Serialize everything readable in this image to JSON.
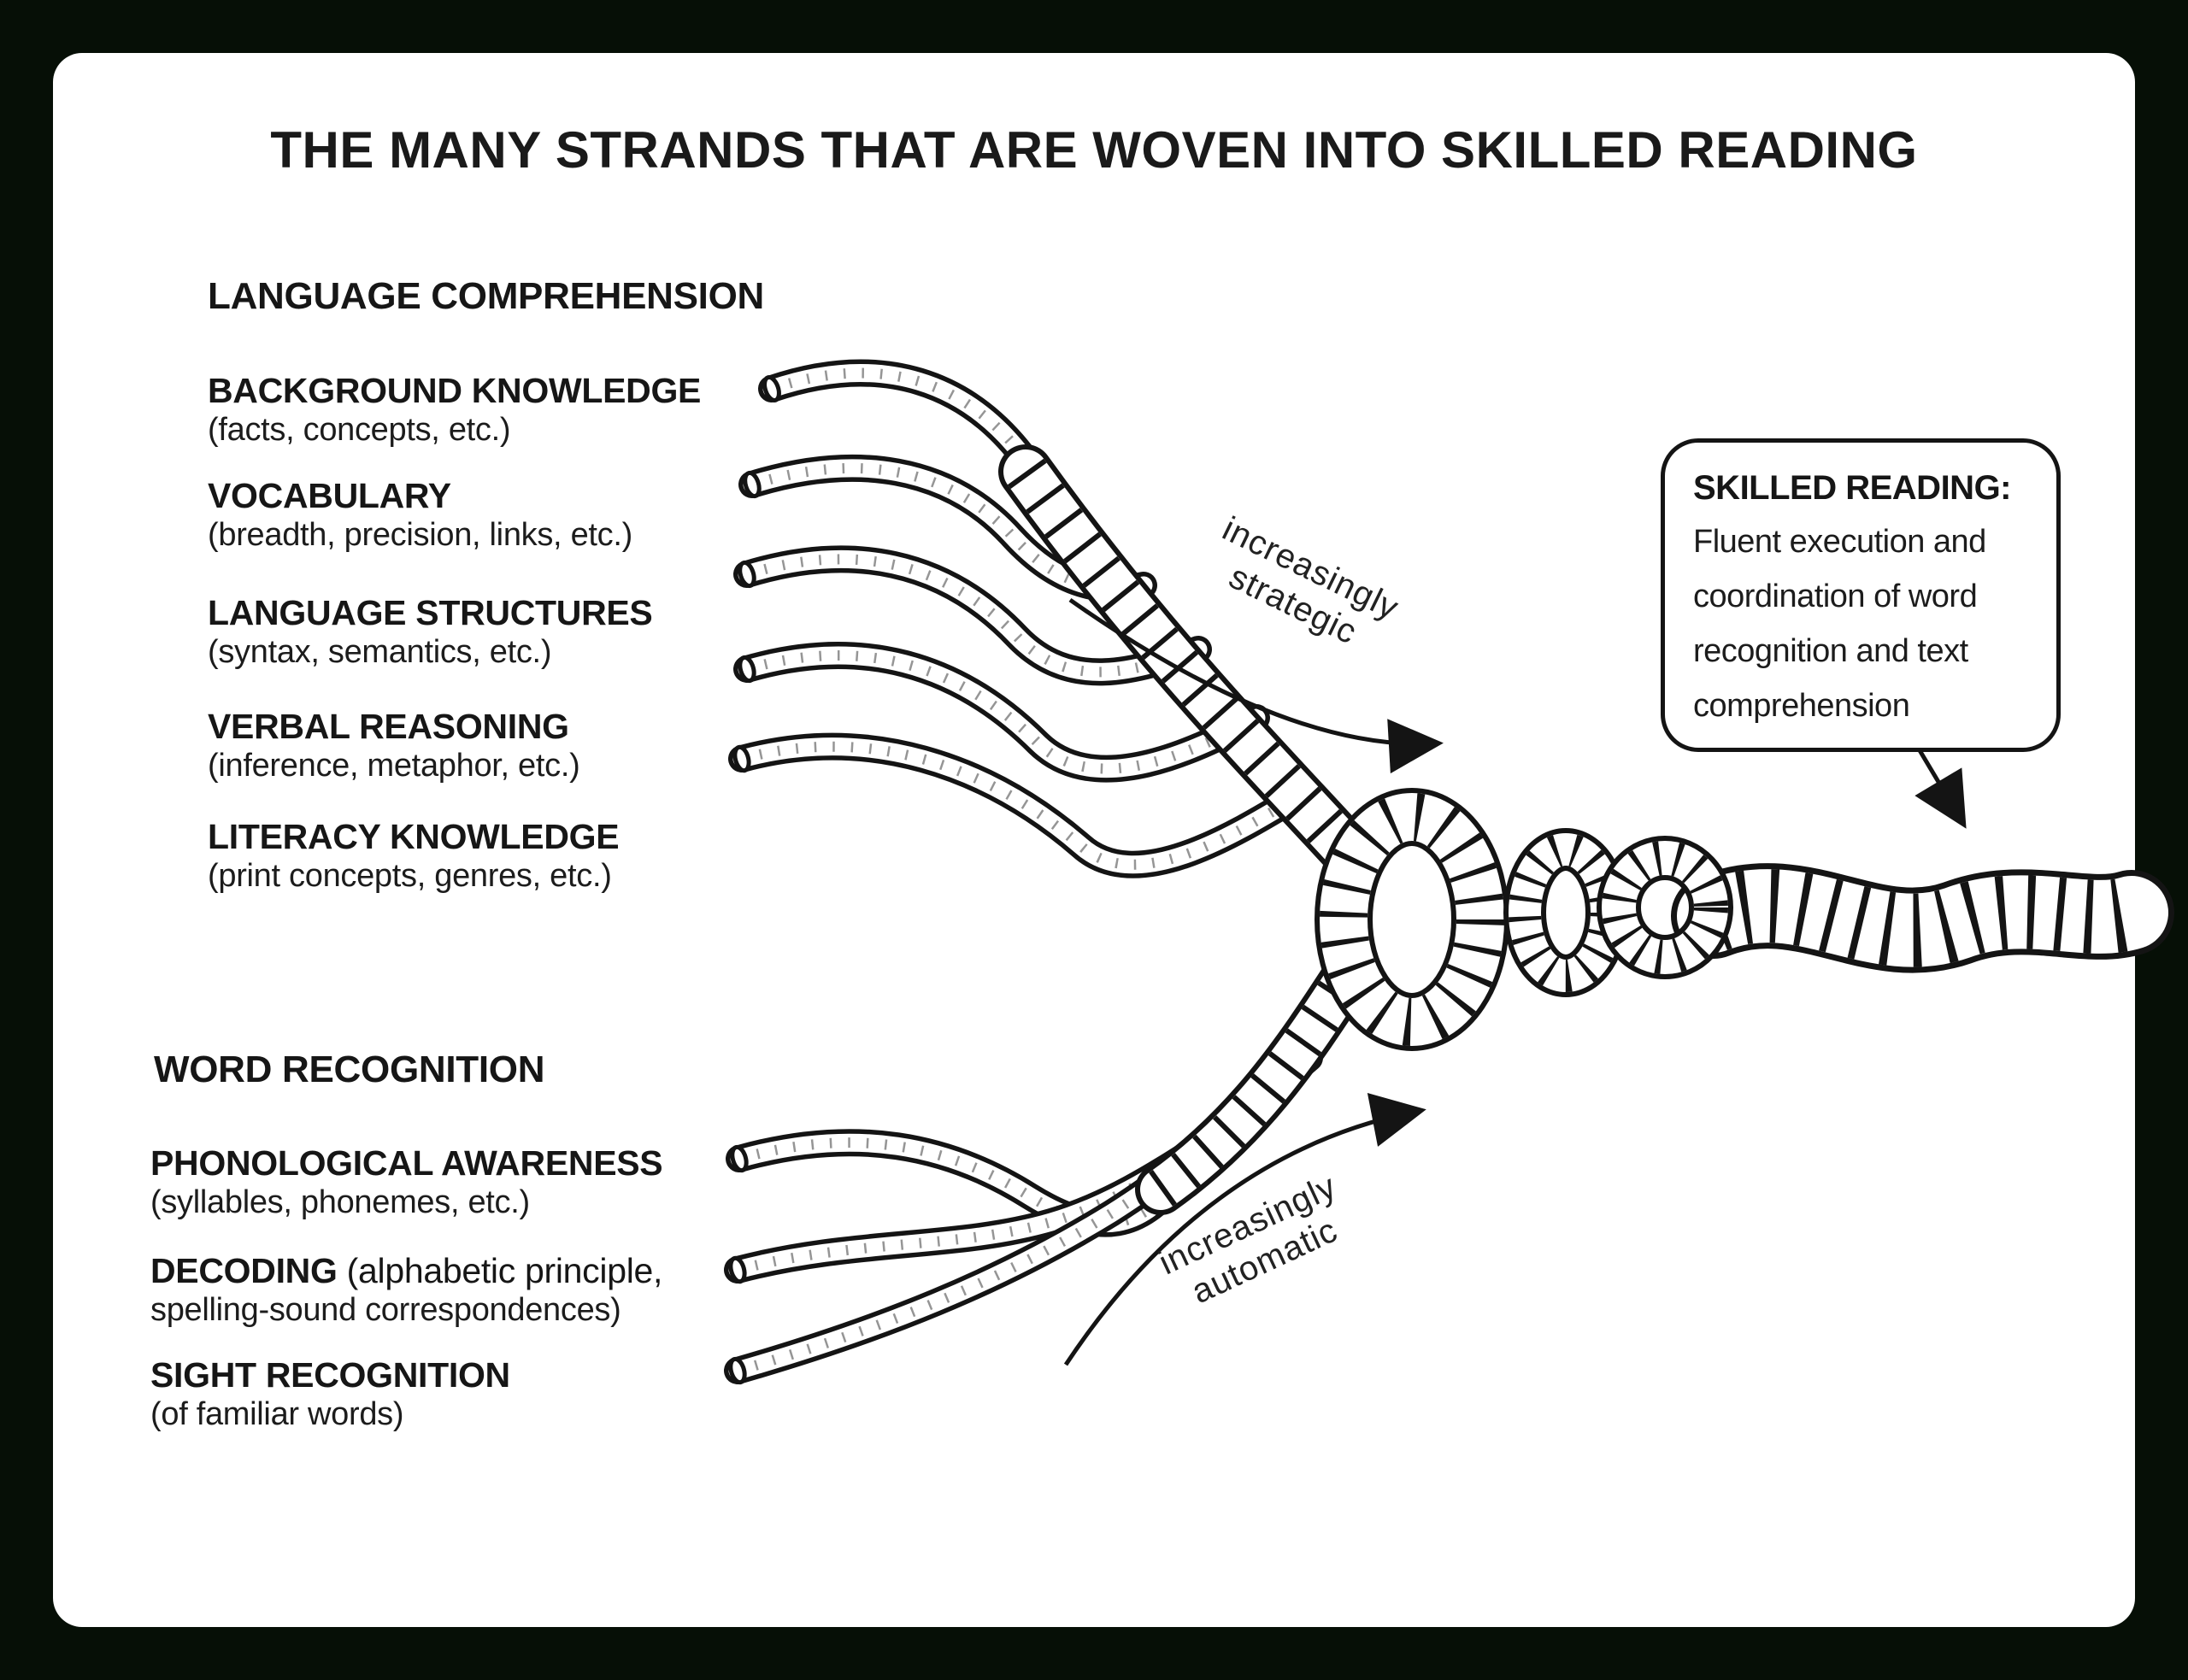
{
  "title": "THE MANY STRANDS THAT ARE WOVEN INTO SKILLED READING",
  "sections": {
    "language_comprehension": {
      "header": "LANGUAGE COMPREHENSION",
      "items": [
        {
          "term": "BACKGROUND KNOWLEDGE",
          "detail": "(facts, concepts, etc.)"
        },
        {
          "term": "VOCABULARY",
          "detail": "(breadth, precision, links, etc.)"
        },
        {
          "term": "LANGUAGE STRUCTURES",
          "detail": "(syntax, semantics, etc.)"
        },
        {
          "term": "VERBAL REASONING",
          "detail": "(inference, metaphor, etc.)"
        },
        {
          "term": "LITERACY KNOWLEDGE",
          "detail": "(print concepts, genres, etc.)"
        }
      ]
    },
    "word_recognition": {
      "header": "WORD RECOGNITION",
      "items": [
        {
          "term": "PHONOLOGICAL AWARENESS",
          "detail": "(syllables, phonemes, etc.)"
        },
        {
          "term": "DECODING",
          "term_inline_detail": " (alphabetic principle,",
          "detail": "spelling-sound correspondences)"
        },
        {
          "term": "SIGHT RECOGNITION",
          "detail": "(of familiar words)"
        }
      ]
    }
  },
  "arrow_labels": {
    "top": {
      "line1": "increasingly",
      "line2": "strategic"
    },
    "bottom": {
      "line1": "increasingly",
      "line2": "automatic"
    }
  },
  "callout": {
    "heading": "SKILLED READING:",
    "line1": "Fluent execution and",
    "line2": "coordination of word",
    "line3": "recognition and text",
    "line4": "comprehension"
  },
  "colors": {
    "page_background": "#060f06",
    "card_background": "#ffffff",
    "ink": "#141414"
  }
}
